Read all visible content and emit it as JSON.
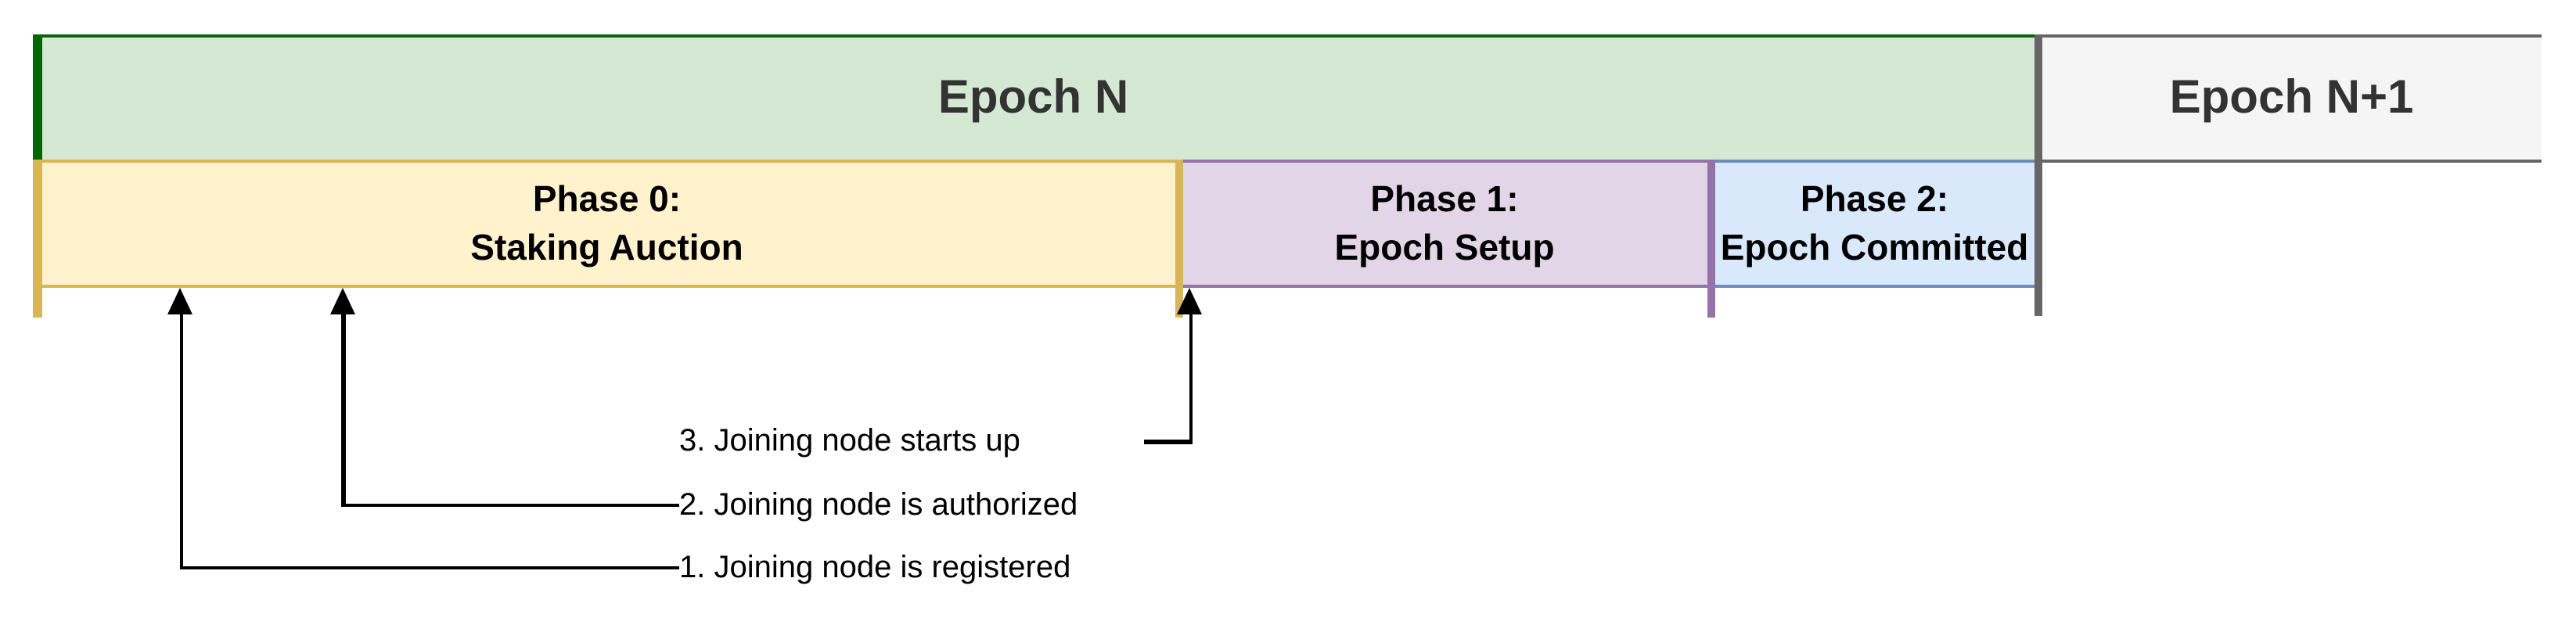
{
  "diagram": {
    "epoch_row": [
      {
        "label": "Epoch N",
        "fill": "#d5e8d4",
        "border": "#006600",
        "text_color": "#333333"
      },
      {
        "label": "Epoch N+1",
        "fill": "#f5f5f5",
        "border": "#666666",
        "text_color": "#333333"
      }
    ],
    "phase_row": [
      {
        "line1": "Phase 0:",
        "line2": "Staking Auction",
        "fill": "#fff2cc",
        "border": "#d6b656"
      },
      {
        "line1": "Phase 1:",
        "line2": "Epoch Setup",
        "fill": "#e1d5e7",
        "border": "#9673a6"
      },
      {
        "line1": "Phase 2:",
        "line2": "Epoch Committed",
        "fill": "#dae8fc",
        "border": "#6c8ebf"
      }
    ],
    "epoch_divider_color": "#666666",
    "annotation_color": "#000000",
    "annotations": [
      {
        "label": "1. Joining node is registered"
      },
      {
        "label": "2. Joining node is authorized"
      },
      {
        "label": "3. Joining node starts up"
      }
    ]
  }
}
